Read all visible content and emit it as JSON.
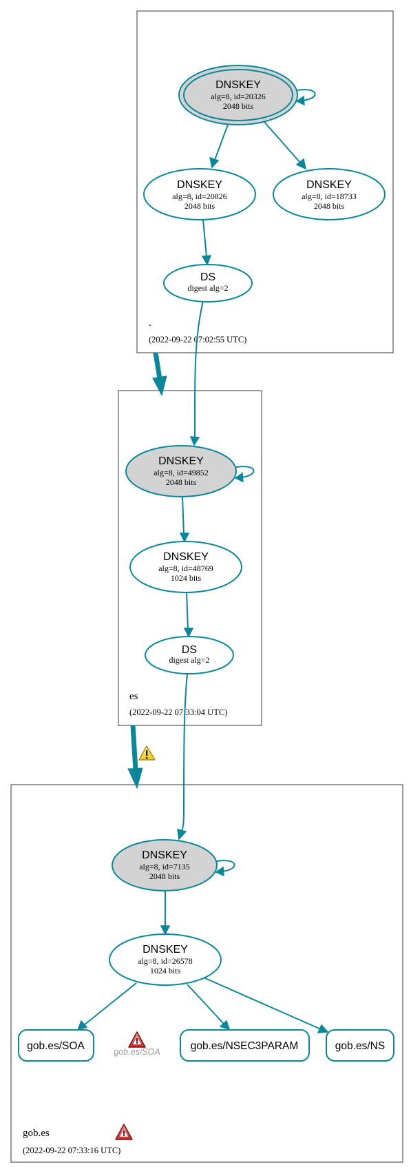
{
  "zones": {
    "root": {
      "name": ".",
      "timestamp": "(2022-09-22 07:02:55 UTC)"
    },
    "es": {
      "name": "es",
      "timestamp": "(2022-09-22 07:33:04 UTC)"
    },
    "gob_es": {
      "name": "gob.es",
      "timestamp": "(2022-09-22 07:33:16 UTC)"
    }
  },
  "nodes": {
    "root_ksk": {
      "title": "DNSKEY",
      "line1": "alg=8, id=20326",
      "line2": "2048 bits"
    },
    "root_zsk1": {
      "title": "DNSKEY",
      "line1": "alg=8, id=20826",
      "line2": "2048 bits"
    },
    "root_zsk2": {
      "title": "DNSKEY",
      "line1": "alg=8, id=18733",
      "line2": "2048 bits"
    },
    "root_ds": {
      "title": "DS",
      "line1": "digest alg=2"
    },
    "es_ksk": {
      "title": "DNSKEY",
      "line1": "alg=8, id=49852",
      "line2": "2048 bits"
    },
    "es_zsk": {
      "title": "DNSKEY",
      "line1": "alg=8, id=48769",
      "line2": "1024 bits"
    },
    "es_ds": {
      "title": "DS",
      "line1": "digest alg=2"
    },
    "gob_ksk": {
      "title": "DNSKEY",
      "line1": "alg=8, id=7135",
      "line2": "2048 bits"
    },
    "gob_zsk": {
      "title": "DNSKEY",
      "line1": "alg=8, id=26578",
      "line2": "1024 bits"
    }
  },
  "rrsets": {
    "soa": "gob.es/SOA",
    "nsec3param": "gob.es/NSEC3PARAM",
    "ns": "gob.es/NS",
    "soa_ghost": "gob.es/SOA"
  },
  "colors": {
    "edge": "#0a879a",
    "ksk_fill": "#d3d3d3",
    "zone_border": "#333333",
    "warning": "#f0c419",
    "error": "#c62828"
  },
  "icons": {
    "delegation_warning": "warning-triangle-icon",
    "rrset_error": "error-triangle-icon",
    "zone_error": "error-triangle-icon"
  }
}
